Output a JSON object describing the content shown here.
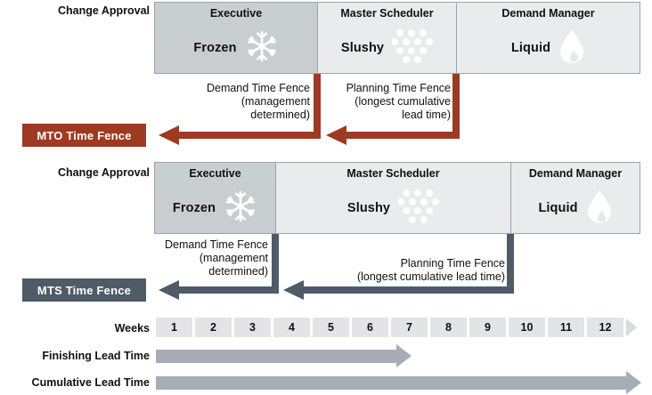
{
  "sections": {
    "mto": {
      "row_label": "Change Approval",
      "columns": [
        {
          "header": "Executive",
          "state": "Frozen",
          "icon": "snowflake-icon"
        },
        {
          "header": "Master Scheduler",
          "state": "Slushy",
          "icon": "slush-dots-icon"
        },
        {
          "header": "Demand Manager",
          "state": "Liquid",
          "icon": "water-droplet-icon"
        }
      ],
      "badge_label": "MTO Time Fence",
      "badge_color": "#9e3a21",
      "demand_fence_caption": [
        "Demand Time Fence",
        "(management",
        "determined)"
      ],
      "planning_fence_caption": [
        "Planning Time Fence",
        "(longest cumulative",
        "lead time)"
      ]
    },
    "mts": {
      "row_label": "Change Approval",
      "columns": [
        {
          "header": "Executive",
          "state": "Frozen",
          "icon": "snowflake-icon"
        },
        {
          "header": "Master Scheduler",
          "state": "Slushy",
          "icon": "slush-dots-icon"
        },
        {
          "header": "Demand Manager",
          "state": "Liquid",
          "icon": "water-droplet-icon"
        }
      ],
      "badge_label": "MTS Time Fence",
      "badge_color": "#4f5b66",
      "demand_fence_caption": [
        "Demand Time Fence",
        "(management",
        "determined)"
      ],
      "planning_fence_caption": [
        "Planning Time Fence",
        "(longest cumulative lead time)"
      ]
    }
  },
  "timeline": {
    "weeks_label": "Weeks",
    "weeks": [
      "1",
      "2",
      "3",
      "4",
      "5",
      "6",
      "7",
      "8",
      "9",
      "10",
      "11",
      "12"
    ],
    "bars": [
      {
        "label": "Finishing Lead Time",
        "span_weeks": 6
      },
      {
        "label": "Cumulative Lead Time",
        "span_weeks": 12
      }
    ]
  }
}
